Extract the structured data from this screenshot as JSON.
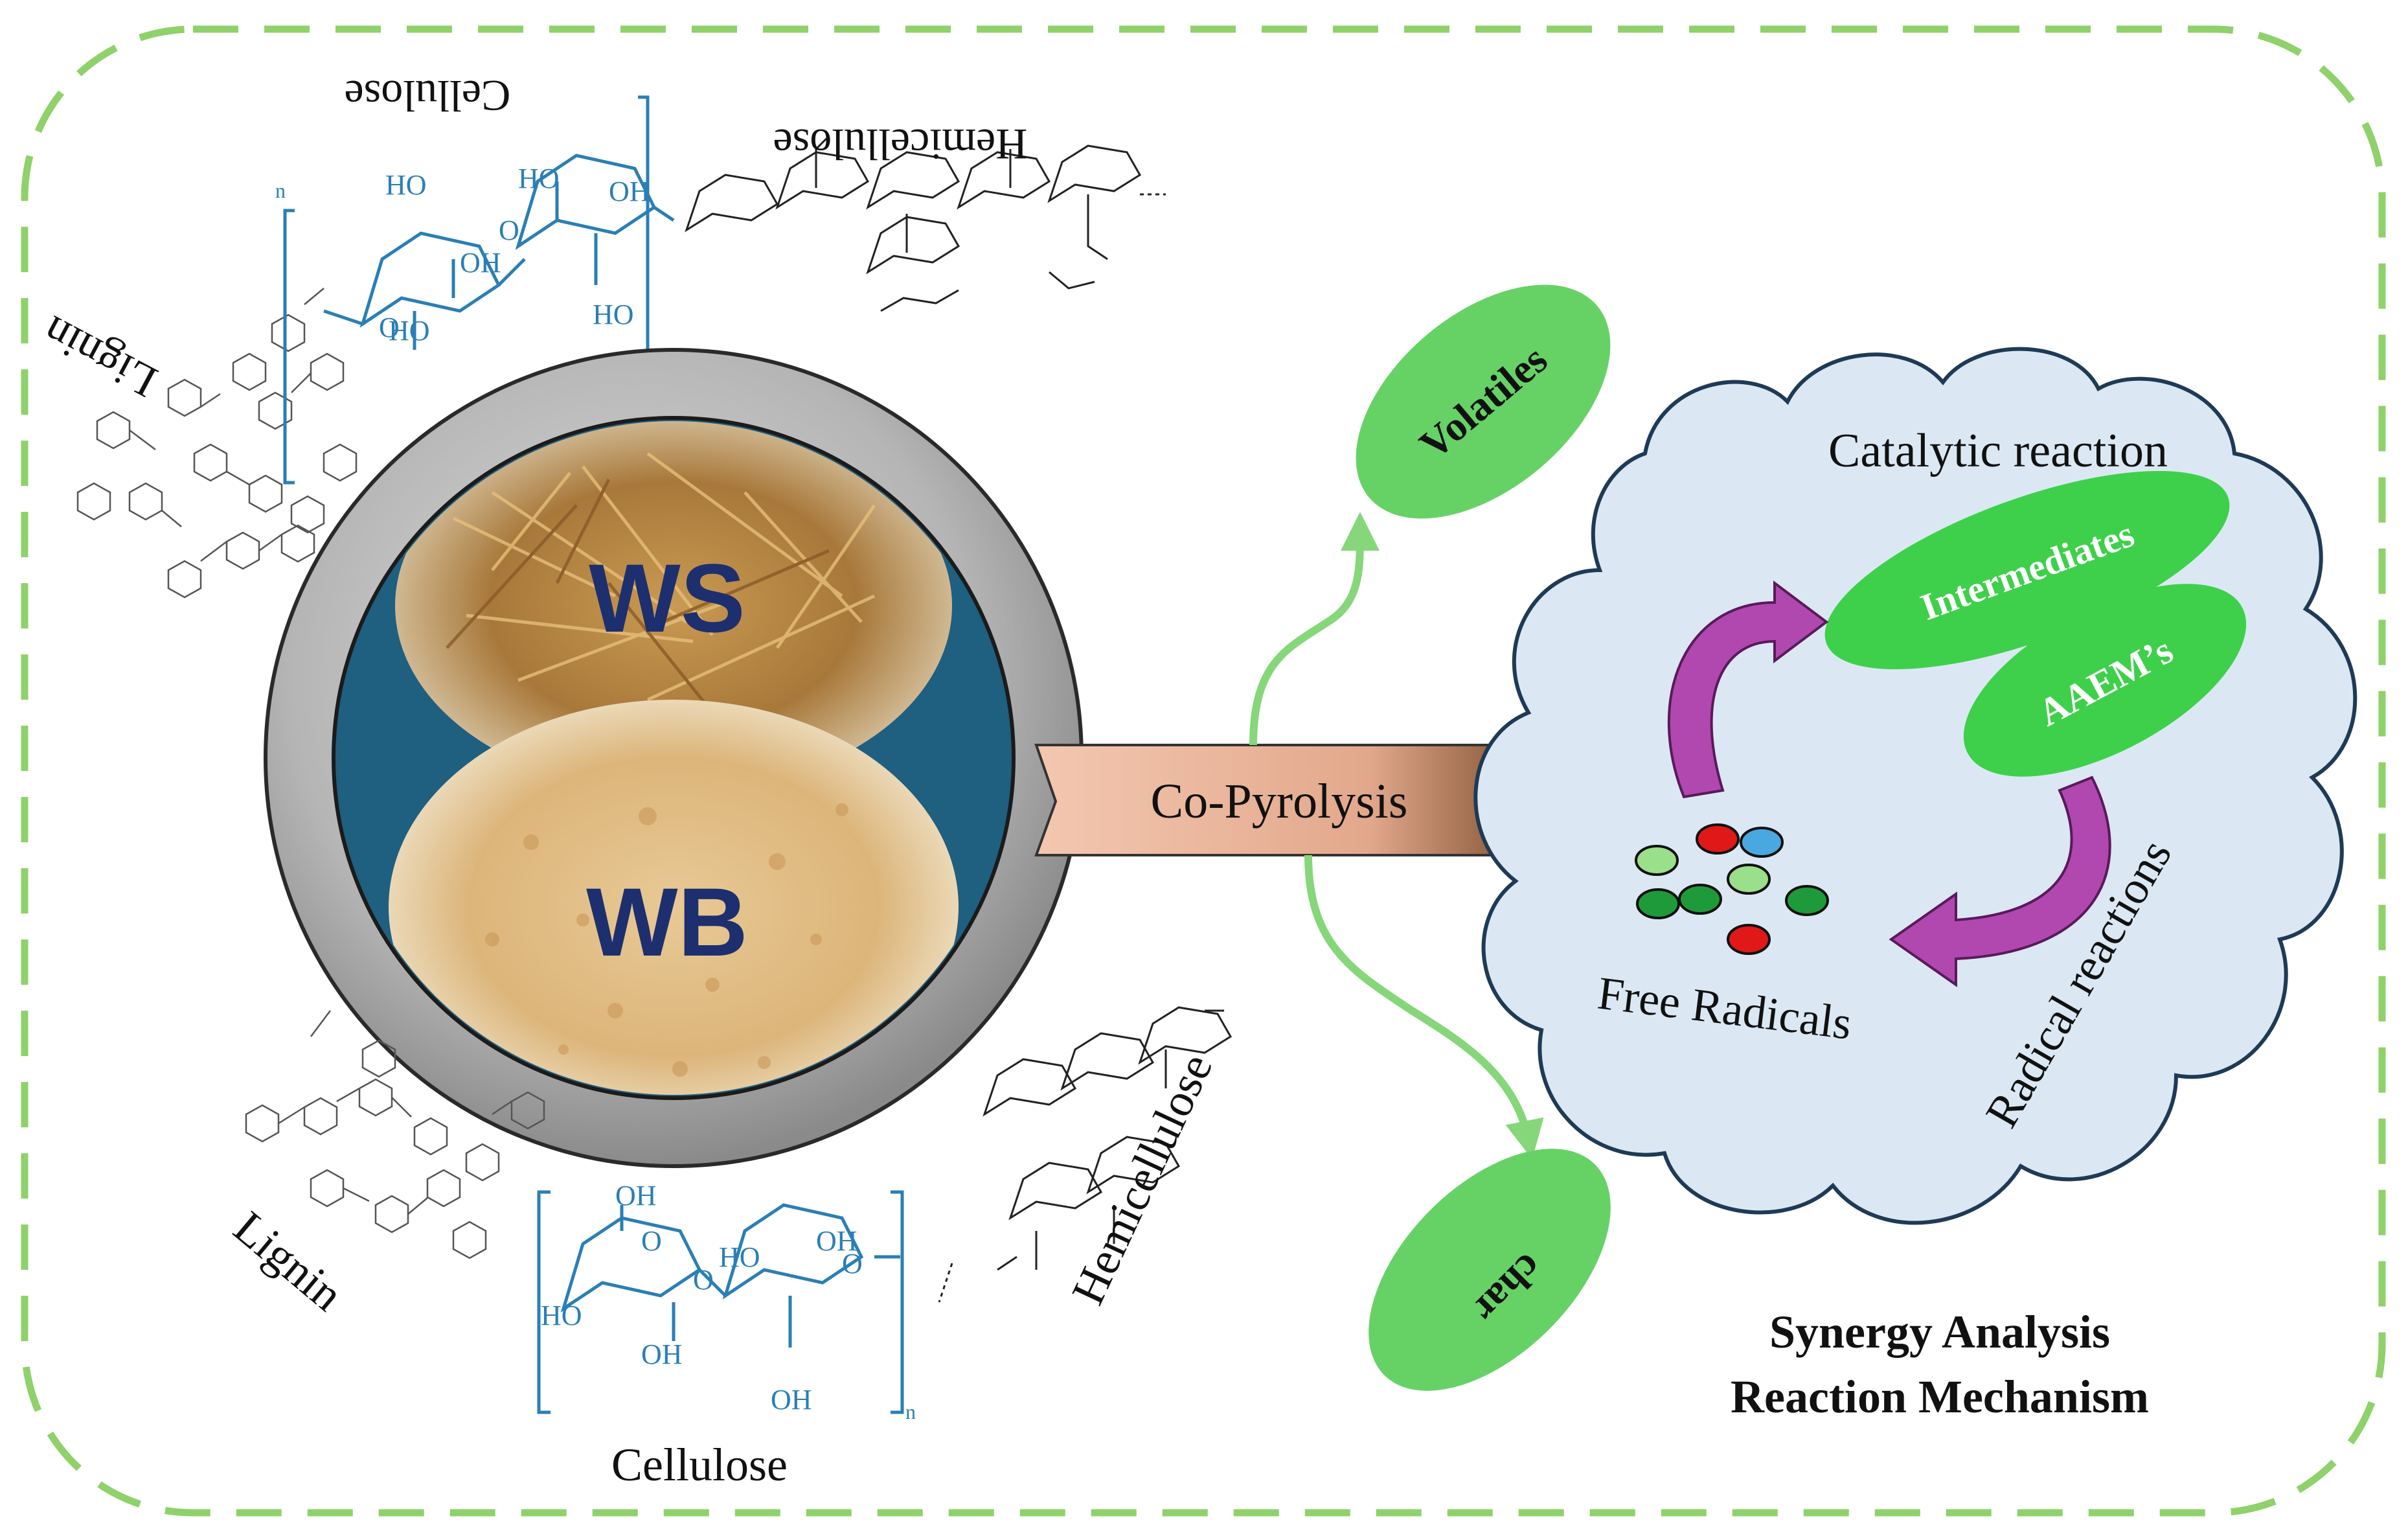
{
  "labels": {
    "cellulose_top": "Cellulose",
    "hemicellulose_top": "Hemicellulose",
    "lignin_top": "Lignin",
    "lignin_bottom": "Lignin",
    "cellulose_bottom": "Cellulose",
    "hemicellulose_bottom": "Hemicellulose",
    "ws": "WS",
    "wb": "WB",
    "co_pyrolysis": "Co-Pyrolysis",
    "volatiles": "Volatiles",
    "char": "char",
    "catalytic_reaction": "Catalytic reaction",
    "intermediates": "Intermediates",
    "aaems": "AAEM’s",
    "free_radicals": "Free Radicals",
    "radical_reactions": "Radical reactions",
    "synergy_line1": "Synergy Analysis",
    "synergy_line2": "Reaction Mechanism"
  },
  "chem": {
    "ho": "HO",
    "oh": "OH",
    "o": "O",
    "n": "n"
  },
  "colors": {
    "border_dash": "#8fd16a",
    "cloud_fill": "#dbe8f4",
    "cloud_stroke": "#1f3a55",
    "ellipse_green": "#66d266",
    "bright_green": "#3ed04a",
    "arrow_green": "#86d67a",
    "magenta_arrow": "#b048b0",
    "cellulose_blue": "#2a7fb5",
    "pipe_peach": "#e9b39a",
    "ring_gray": "#9e9e9e",
    "inner_teal": "#1f5f80",
    "ws_wb_text": "#1d2f6e"
  },
  "radical_dots": [
    {
      "color": "#e01818"
    },
    {
      "color": "#4aa8e0"
    },
    {
      "color": "#9adf8a"
    },
    {
      "color": "#9adf8a"
    },
    {
      "color": "#1f9a3a"
    },
    {
      "color": "#1f9a3a"
    },
    {
      "color": "#1f9a3a"
    },
    {
      "color": "#e01818"
    }
  ]
}
